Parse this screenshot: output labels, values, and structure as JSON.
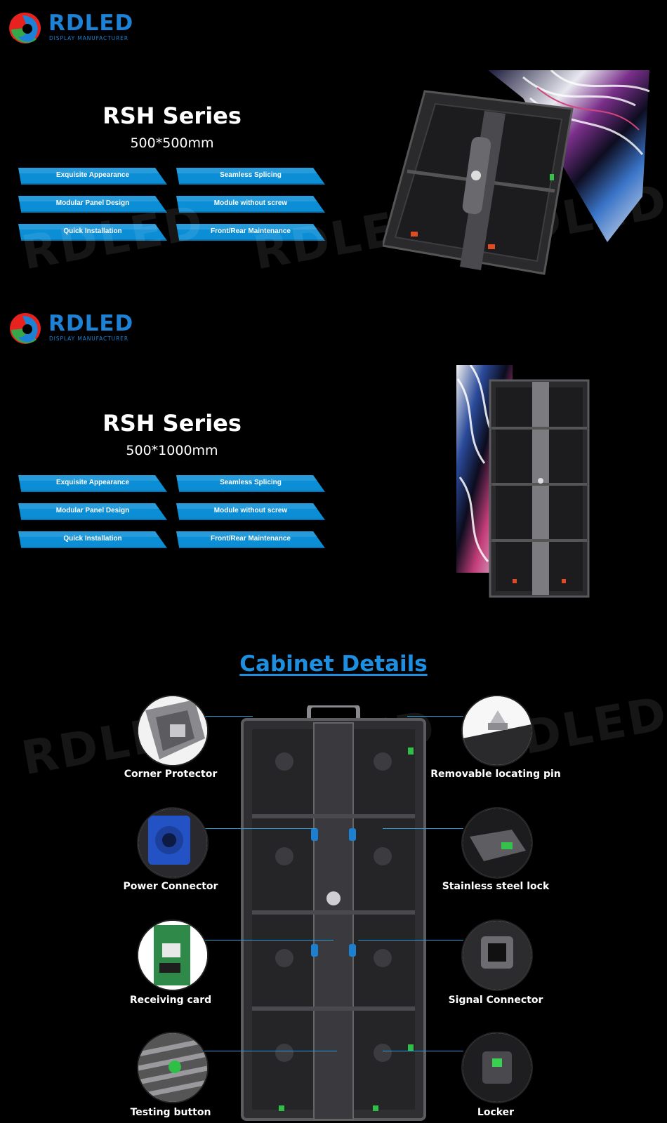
{
  "brand": {
    "name": "RDLED",
    "tagline": "DISPLAY MANUFACTURER"
  },
  "section1": {
    "title": "RSH Series",
    "size": "500*500mm",
    "features": [
      "Exquisite Appearance",
      "Seamless Splicing",
      "Modular Panel Design",
      "Module without screw",
      "Quick Installation",
      "Front/Rear Maintenance"
    ]
  },
  "section2": {
    "title": "RSH Series",
    "size": "500*1000mm",
    "features": [
      "Exquisite Appearance",
      "Seamless Splicing",
      "Modular Panel Design",
      "Module without screw",
      "Quick Installation",
      "Front/Rear Maintenance"
    ]
  },
  "watermark": "RDLED",
  "cabinet": {
    "title": "Cabinet Details",
    "left": [
      "Corner Protector",
      "Power Connector",
      "Receiving card",
      "Testing button"
    ],
    "right": [
      "Removable locating pin",
      "Stainless steel lock",
      "Signal Connector",
      "Locker"
    ]
  },
  "colors": {
    "accent": "#1d82d6",
    "banner": "#0b8ed6",
    "background": "#000000"
  }
}
